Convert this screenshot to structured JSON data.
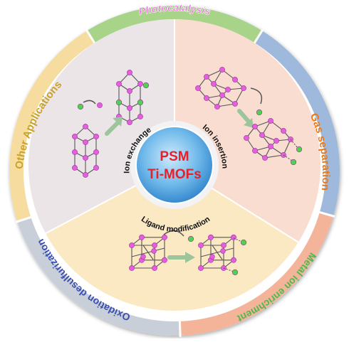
{
  "center": {
    "line1": "PSM",
    "line2": "Ti-MOFs",
    "line1_color": "#e8202a",
    "line2_color": "#e8202a"
  },
  "inner_labels": {
    "ion_exchange": "Ion exchange",
    "ion_insertion": "Ion insertion",
    "ligand_modification": "Ligand modification"
  },
  "outer_labels": {
    "photocatalysis": "Photocatalysis",
    "gas_separation": "Gas separation",
    "metal_ion_enrichment": "Metal ion enrichment",
    "oxidation_desulfurization": "Oxidation desulfurization",
    "other_applications": "Other Applications"
  },
  "colors": {
    "center_fill": "#4aa3df",
    "sector_exchange": "#ebe5e7",
    "sector_insertion": "#f8ddd0",
    "sector_ligand": "#fbe9c4",
    "band_photocatalysis": "#a8d48a",
    "band_gas": "#9fb9dc",
    "band_metal": "#f4b49a",
    "band_oxidation": "#c9cfd9",
    "band_other": "#f6dd9f",
    "atom": "#e65ee0",
    "guest": "#4fd34f",
    "bond": "#555555",
    "arrow": "#9cc59c"
  },
  "icons": [
    "mof-framework-icon",
    "guest-ion-icon",
    "curved-arrow-icon",
    "transform-arrow-icon"
  ]
}
